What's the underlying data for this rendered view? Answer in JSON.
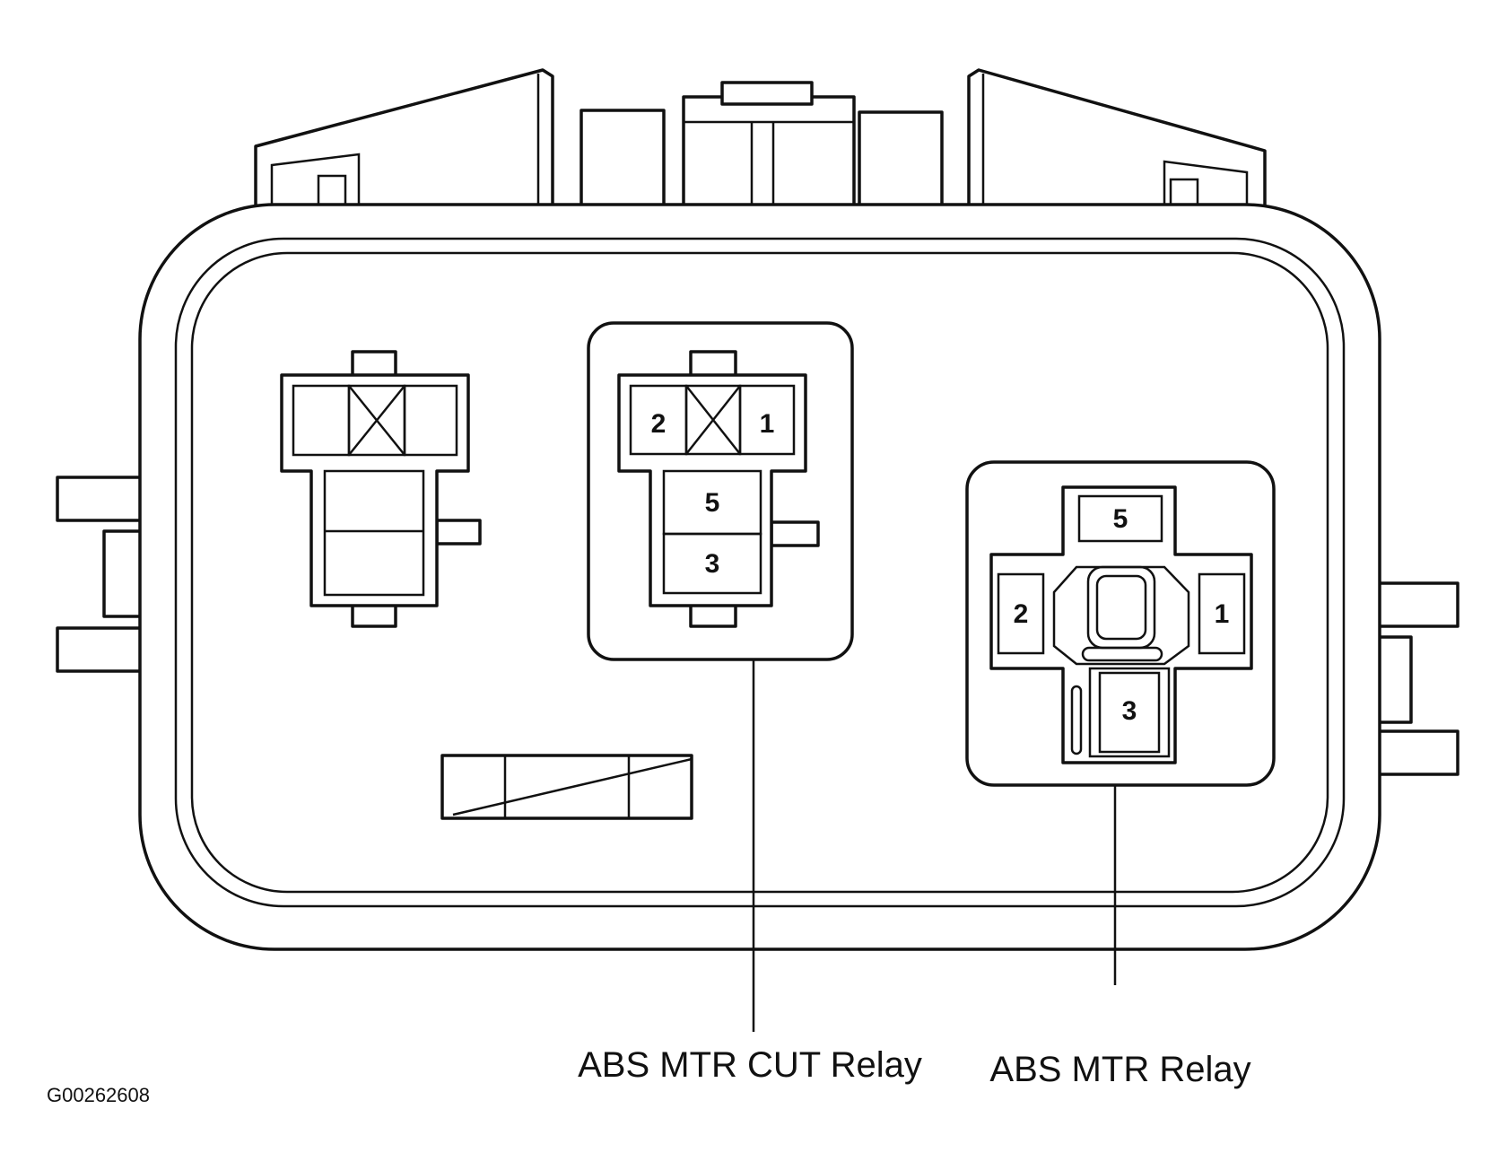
{
  "figure_id": "G00262608",
  "relay_cut": {
    "name": "ABS MTR CUT Relay",
    "pins": {
      "top_left": "2",
      "top_right": "1",
      "middle": "5",
      "bottom": "3"
    }
  },
  "relay_mtr": {
    "name": "ABS MTR Relay",
    "pins": {
      "top": "5",
      "left": "2",
      "right": "1",
      "bottom": "3"
    }
  },
  "colors": {
    "line": "#111111",
    "background": "#ffffff"
  }
}
